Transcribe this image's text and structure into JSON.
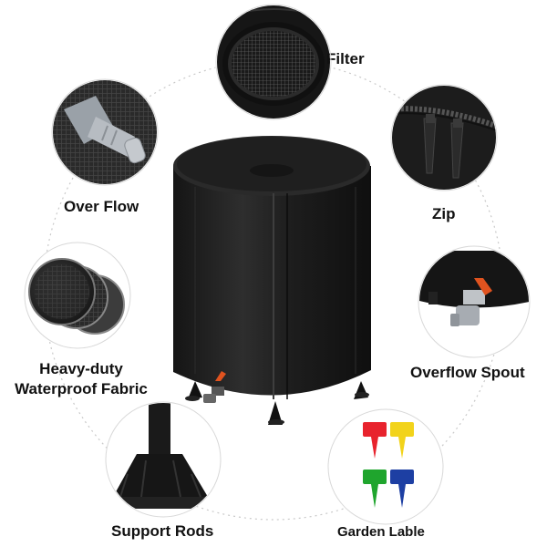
{
  "features": [
    {
      "id": "filter",
      "label": "Filter",
      "icon": "mesh-filter-icon"
    },
    {
      "id": "over-flow",
      "label": "Over Flow",
      "icon": "overflow-pipe-icon"
    },
    {
      "id": "zip",
      "label": "Zip",
      "icon": "zipper-icon"
    },
    {
      "id": "fabric",
      "label_line1": "Heavy-duty",
      "label_line2": "Waterproof Fabric",
      "icon": "fabric-disc-icon"
    },
    {
      "id": "overflow-spout",
      "label": "Overflow Spout",
      "icon": "spout-valve-icon"
    },
    {
      "id": "support-rods",
      "label": "Support Rods",
      "icon": "support-foot-icon"
    },
    {
      "id": "garden-lable",
      "label": "Garden Lable",
      "icon": "garden-tags-icon"
    }
  ],
  "colors": {
    "tank": "#1c1c1c",
    "tank_highlight": "#3a3a3a",
    "valve": "#e0531f",
    "tag_red": "#e8232d",
    "tag_yellow": "#f2d31b",
    "tag_green": "#1fa52d",
    "tag_blue": "#1d3fa3",
    "dashed_circle": "#c9c9c9"
  }
}
